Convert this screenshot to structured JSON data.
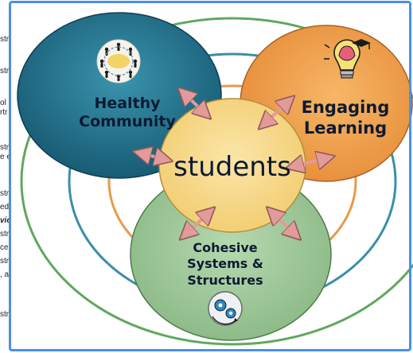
{
  "left_text_fragments": [
    "str",
    "str",
    "ol",
    "rtr",
    "str",
    "e e",
    "str",
    "ed",
    "vic",
    "str",
    "ce",
    "str",
    ", a",
    "str"
  ],
  "diagram": {
    "center_label": "students",
    "healthy_community": [
      "Healthy",
      "Community"
    ],
    "engaging_learning": [
      "Engaging",
      "Learning"
    ],
    "cohesive_systems": [
      "Cohesive",
      "Systems &",
      "Structures"
    ]
  },
  "colors": {
    "frame": "#4a90e8",
    "healthy": "#1e6b88",
    "engaging": "#f0a04b",
    "cohesive": "#9ec49a",
    "center": "#f8dc8e",
    "ring_green": "#5fa85f",
    "ring_teal": "#3a8fa8",
    "ring_orange": "#e79a4e",
    "arrow": "#e39a9a"
  }
}
